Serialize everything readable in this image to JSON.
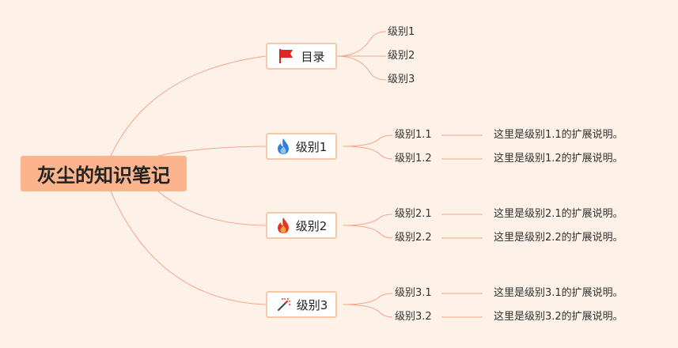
{
  "root": {
    "label": "灰尘的知识笔记"
  },
  "branches": [
    {
      "label": "目录",
      "icon": "flag-icon",
      "children": [
        "级别1",
        "级别2",
        "级别3"
      ]
    },
    {
      "label": "级别1",
      "icon": "flame-blue-icon",
      "children": [
        "级别1.1",
        "级别1.2"
      ],
      "descriptions": [
        "这里是级别1.1的扩展说明。",
        "这里是级别1.2的扩展说明。"
      ]
    },
    {
      "label": "级别2",
      "icon": "flame-red-icon",
      "children": [
        "级别2.1",
        "级别2.2"
      ],
      "descriptions": [
        "这里是级别2.1的扩展说明。",
        "这里是级别2.2的扩展说明。"
      ]
    },
    {
      "label": "级别3",
      "icon": "magic-wand-icon",
      "children": [
        "级别3.1",
        "级别3.2"
      ],
      "descriptions": [
        "这里是级别3.1的扩展说明。",
        "这里是级别3.2的扩展说明。"
      ]
    }
  ],
  "colors": {
    "background": "#fdf1e8",
    "root_fill": "#fbb48c",
    "node_border": "#f7c7a8",
    "connector": "#f4a68a"
  }
}
